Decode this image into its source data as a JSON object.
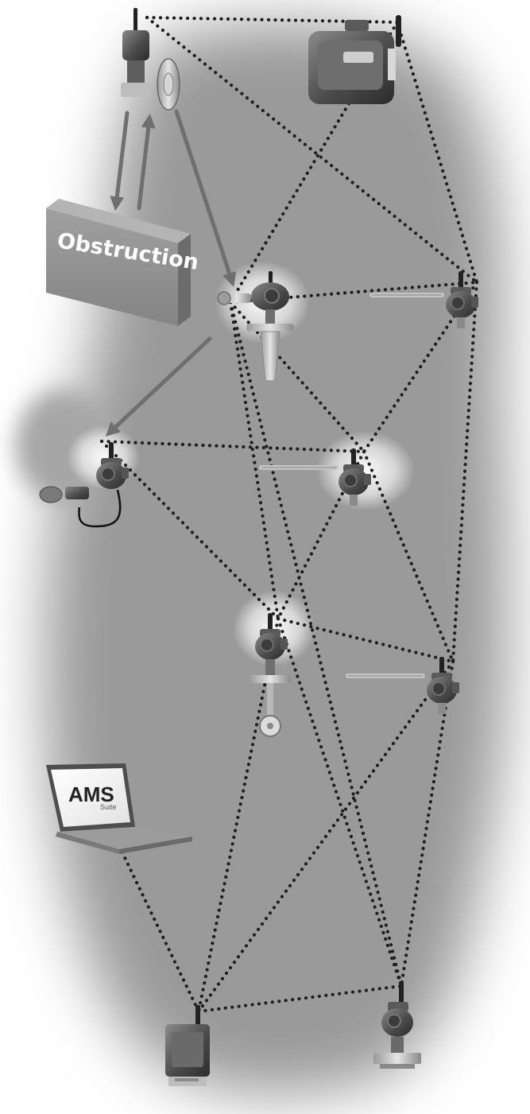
{
  "obstruction": {
    "label": "Obstruction"
  },
  "laptop": {
    "brand": "AMS",
    "product": "Suite"
  },
  "colors": {
    "mesh_line": "#1f1f1f",
    "arrow": "#6f6f6f",
    "device_body": "#4a4a4a",
    "obstruction_face": "#8e8e8e",
    "background_cloud": "#9a9a9a"
  },
  "icons": [
    "pressure-transmitter-icon",
    "gateway-icon",
    "radar-level-transmitter-icon",
    "temperature-transmitter-icon",
    "level-switch-transmitter-icon",
    "flow-transmitter-icon",
    "laptop-icon"
  ]
}
